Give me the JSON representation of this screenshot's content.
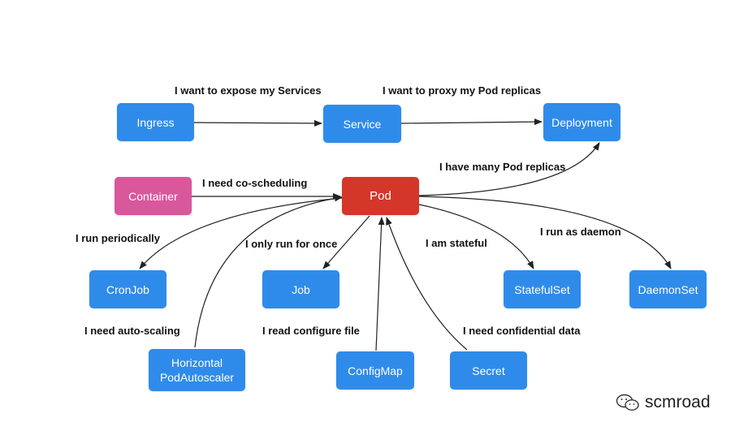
{
  "nodes": {
    "ingress": "Ingress",
    "service": "Service",
    "deployment": "Deployment",
    "container": "Container",
    "pod": "Pod",
    "cronjob": "CronJob",
    "job": "Job",
    "statefulset": "StatefulSet",
    "daemonset": "DaemonSet",
    "hpa_line1": "Horizontal",
    "hpa_line2": "PodAutoscaler",
    "configmap": "ConfigMap",
    "secret": "Secret"
  },
  "edge_labels": {
    "expose": "I want to expose my Services",
    "proxy": "I want to proxy my Pod replicas",
    "many_replicas": "I have many Pod replicas",
    "co_scheduling": "I need co-scheduling",
    "periodically": "I run periodically",
    "once": "I only run for once",
    "stateful": "I am stateful",
    "daemon": "I run as daemon",
    "autoscaling": "I need auto-scaling",
    "configure": "I read configure file",
    "confidential": "I need confidential data"
  },
  "watermark": {
    "text": "scmroad",
    "icon": "wechat-icon"
  },
  "colors": {
    "node_blue": "#2f8bea",
    "pod_red": "#d5362a",
    "container_pink": "#d9579b",
    "edge": "#222222"
  }
}
